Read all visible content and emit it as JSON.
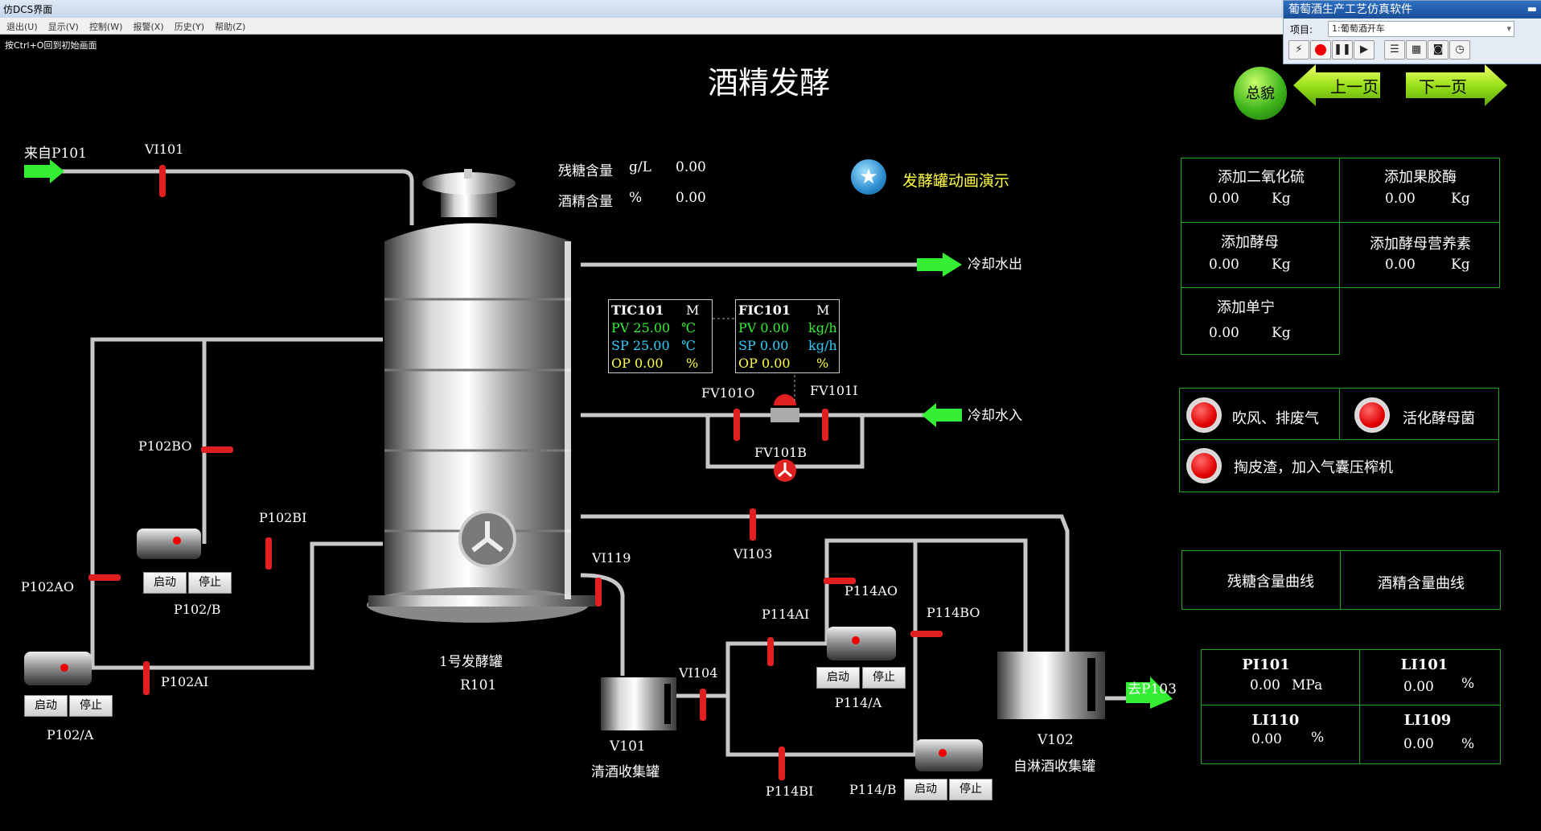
{
  "window": {
    "title": "仿DCS界面",
    "menu": [
      "退出(U)",
      "显示(V)",
      "控制(W)",
      "报警(X)",
      "历史(Y)",
      "帮助(Z)"
    ],
    "hint": "按Ctrl+O回到初始画面"
  },
  "sim_panel": {
    "title": "葡萄酒生产工艺仿真软件",
    "close": "▬",
    "project_label": "项目:",
    "project_value": "1:葡萄酒开车"
  },
  "page_title": "酒精发酵",
  "nav": {
    "overview": "总貌",
    "prev": "上一页",
    "next": "下一页"
  },
  "readouts": {
    "residual_sugar_label": "残糖含量",
    "residual_sugar_unit": "g/L",
    "residual_sugar_value": "0.00",
    "alcohol_label": "酒精含量",
    "alcohol_unit": "%",
    "alcohol_value": "0.00"
  },
  "animation_label": "发酵罐动画演示",
  "streams": {
    "from_p101": "来自P101",
    "cooling_out": "冷却水出",
    "cooling_in": "冷却水入",
    "to_p103": "去P103"
  },
  "valves": {
    "vi101": "VI101",
    "p102bo": "P102BO",
    "p102bi": "P102BI",
    "p102ao": "P102AO",
    "p102ai": "P102AI",
    "fv101o": "FV101O",
    "fv101i": "FV101I",
    "fv101b": "FV101B",
    "vi103": "VI103",
    "vi119": "VI119",
    "vi104": "VI104",
    "p114ao": "P114AO",
    "p114ai": "P114AI",
    "p114bo": "P114BO",
    "p114bi": "P114BI"
  },
  "equipment": {
    "r101_name": "1号发酵罐",
    "r101_tag": "R101",
    "v101_tag": "V101",
    "v101_name": "清酒收集罐",
    "v102_tag": "V102",
    "v102_name": "自淋酒收集罐",
    "p102a": "P102/A",
    "p102b": "P102/B",
    "p114a": "P114/A",
    "p114b": "P114/B"
  },
  "buttons": {
    "start": "启动",
    "stop": "停止"
  },
  "tic101": {
    "tag": "TIC101",
    "mode": "M",
    "pv": "PV 25.00",
    "pv_unit": "℃",
    "sp": "SP 25.00",
    "sp_unit": "℃",
    "op": "OP 0.00",
    "op_unit": "%"
  },
  "fic101": {
    "tag": "FIC101",
    "mode": "M",
    "pv": "PV 0.00",
    "pv_unit": "kg/h",
    "sp": "SP 0.00",
    "sp_unit": "kg/h",
    "op": "OP 0.00",
    "op_unit": "%"
  },
  "additions": [
    {
      "label": "添加二氧化硫",
      "value": "0.00",
      "unit": "Kg"
    },
    {
      "label": "添加果胶酶",
      "value": "0.00",
      "unit": "Kg"
    },
    {
      "label": "添加酵母",
      "value": "0.00",
      "unit": "Kg"
    },
    {
      "label": "添加酵母营养素",
      "value": "0.00",
      "unit": "Kg"
    },
    {
      "label": "添加单宁",
      "value": "0.00",
      "unit": "Kg"
    }
  ],
  "operations": {
    "blow": "吹风、排废气",
    "activate": "活化酵母菌",
    "press": "掏皮渣，加入气囊压榨机"
  },
  "curves": {
    "sugar": "残糖含量曲线",
    "alcohol": "酒精含量曲线"
  },
  "instruments": [
    {
      "tag": "PI101",
      "value": "0.00",
      "unit": "MPa"
    },
    {
      "tag": "LI101",
      "value": "0.00",
      "unit": "%"
    },
    {
      "tag": "LI110",
      "value": "0.00",
      "unit": "%"
    },
    {
      "tag": "LI109",
      "value": "0.00",
      "unit": "%"
    }
  ],
  "colors": {
    "panel_border": "#1ea51e",
    "valve": "#e02020",
    "arrow": "#33ee33",
    "cyan": "#2fd0ff",
    "green": "#33ee33",
    "yellow": "#ffff40"
  }
}
